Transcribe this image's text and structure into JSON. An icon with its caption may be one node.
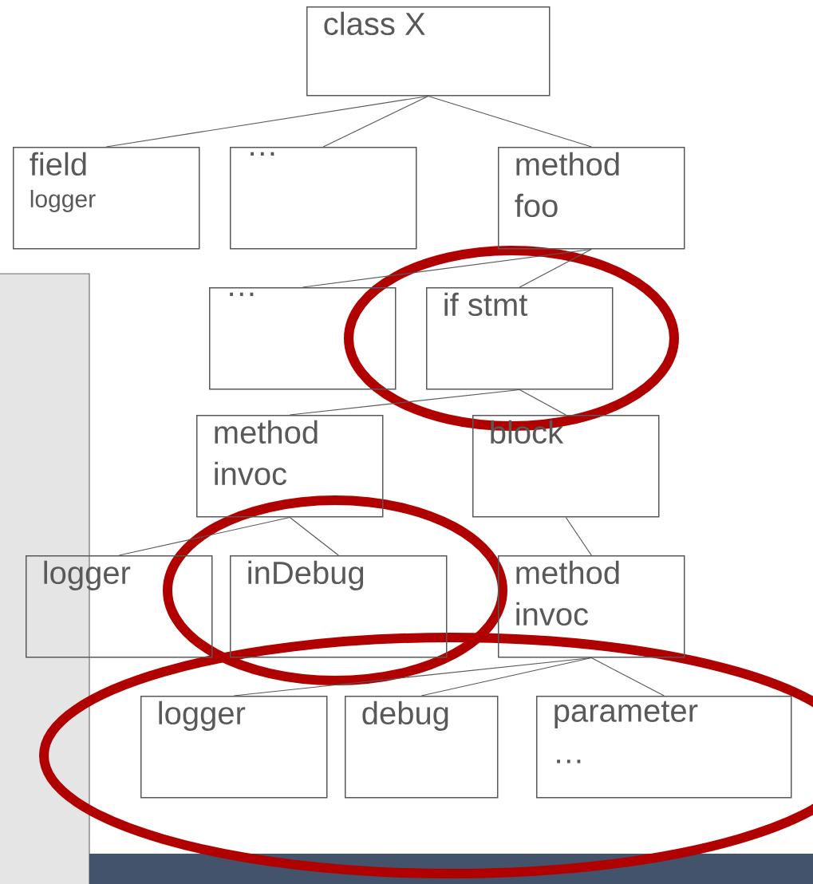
{
  "diagram": {
    "nodes": [
      {
        "text": [
          "class X"
        ]
      },
      {
        "text": [
          "field",
          "logger"
        ]
      },
      {
        "text": [
          "…"
        ]
      },
      {
        "text": [
          "method foo"
        ]
      },
      {
        "text": [
          "…"
        ]
      },
      {
        "text": [
          "if stmt"
        ]
      },
      {
        "text": [
          "method invoc"
        ]
      },
      {
        "text": [
          "block"
        ]
      },
      {
        "text": [
          "logger"
        ]
      },
      {
        "text": [
          "inDebug"
        ]
      },
      {
        "text": [
          "method invoc"
        ]
      },
      {
        "text": [
          "logger"
        ]
      },
      {
        "text": [
          "debug"
        ]
      },
      {
        "text": [
          "parameter",
          "…"
        ]
      }
    ],
    "edges": [
      {
        "from": 0,
        "to": 1,
        "arrow": "none"
      },
      {
        "from": 0,
        "to": 2,
        "arrow": "none"
      },
      {
        "from": 0,
        "to": 3,
        "arrow": "none"
      },
      {
        "from": 3,
        "to": 4,
        "arrow": "none"
      },
      {
        "from": 3,
        "to": 5,
        "arrow": "none"
      },
      {
        "from": 5,
        "to": 6,
        "arrow": "none"
      },
      {
        "from": 5,
        "to": 7,
        "arrow": "none"
      },
      {
        "from": 6,
        "to": 8,
        "arrow": "none"
      },
      {
        "from": 6,
        "to": 9,
        "arrow": "none"
      },
      {
        "from": 7,
        "to": 10,
        "arrow": "none"
      },
      {
        "from": 10,
        "to": 11,
        "arrow": "none"
      },
      {
        "from": 10,
        "to": 12,
        "arrow": "none"
      },
      {
        "from": 10,
        "to": 13,
        "arrow": "none"
      }
    ]
  }
}
